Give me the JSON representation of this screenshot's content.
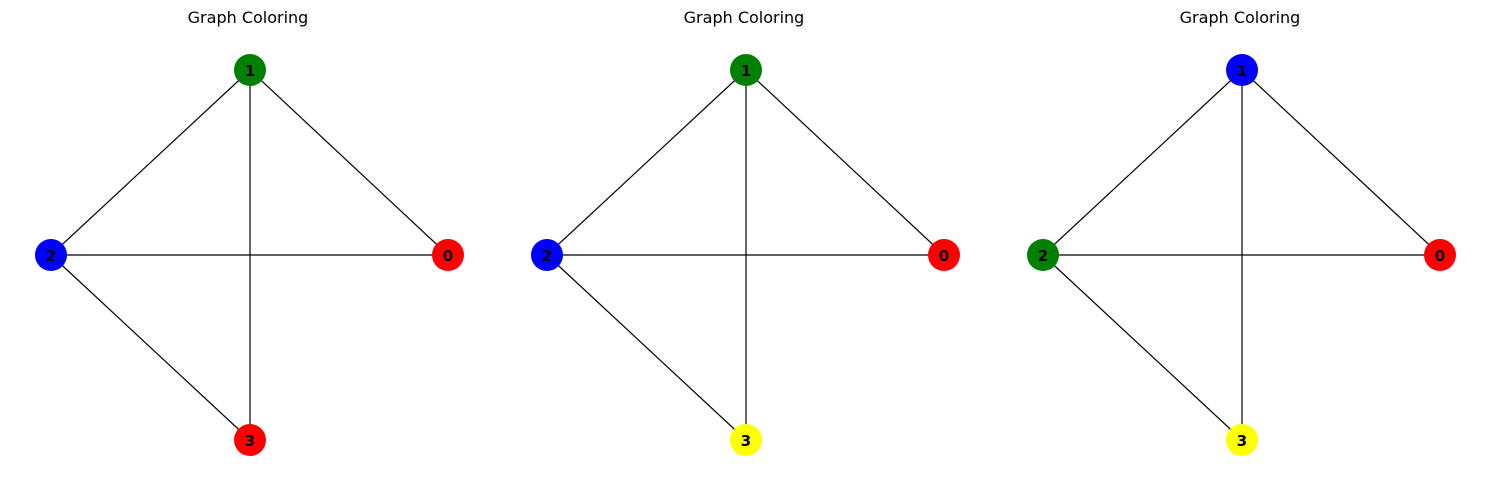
{
  "panels": [
    {
      "title": "Graph Coloring",
      "nodes": [
        {
          "id": "0",
          "label": "0",
          "color": "#ff0000"
        },
        {
          "id": "1",
          "label": "1",
          "color": "#008000"
        },
        {
          "id": "2",
          "label": "2",
          "color": "#0000ff"
        },
        {
          "id": "3",
          "label": "3",
          "color": "#ff0000"
        }
      ],
      "edges": [
        [
          "1",
          "0"
        ],
        [
          "1",
          "2"
        ],
        [
          "1",
          "3"
        ],
        [
          "2",
          "0"
        ],
        [
          "2",
          "3"
        ]
      ]
    },
    {
      "title": "Graph Coloring",
      "nodes": [
        {
          "id": "0",
          "label": "0",
          "color": "#ff0000"
        },
        {
          "id": "1",
          "label": "1",
          "color": "#008000"
        },
        {
          "id": "2",
          "label": "2",
          "color": "#0000ff"
        },
        {
          "id": "3",
          "label": "3",
          "color": "#ffff00"
        }
      ],
      "edges": [
        [
          "1",
          "0"
        ],
        [
          "1",
          "2"
        ],
        [
          "1",
          "3"
        ],
        [
          "2",
          "0"
        ],
        [
          "2",
          "3"
        ]
      ]
    },
    {
      "title": "Graph Coloring",
      "nodes": [
        {
          "id": "0",
          "label": "0",
          "color": "#ff0000"
        },
        {
          "id": "1",
          "label": "1",
          "color": "#0000ff"
        },
        {
          "id": "2",
          "label": "2",
          "color": "#008000"
        },
        {
          "id": "3",
          "label": "3",
          "color": "#ffff00"
        }
      ],
      "edges": [
        [
          "1",
          "0"
        ],
        [
          "1",
          "2"
        ],
        [
          "1",
          "3"
        ],
        [
          "2",
          "0"
        ],
        [
          "2",
          "3"
        ]
      ]
    }
  ]
}
